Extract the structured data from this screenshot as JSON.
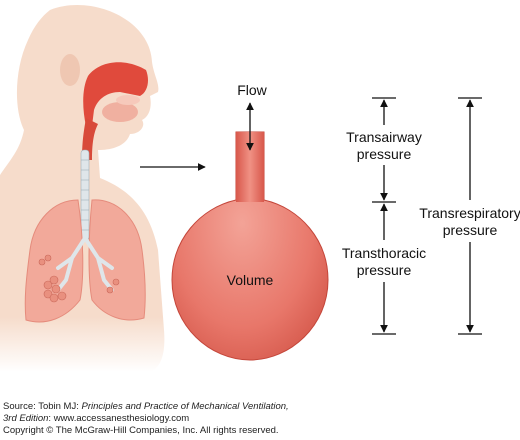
{
  "labels": {
    "flow": "Flow",
    "volume": "Volume",
    "transairway": "Transairway pressure",
    "transthoracic": "Transthoracic pressure",
    "transrespiratory": "Transrespiratory pressure"
  },
  "source": {
    "prefix": "Source: Tobin MJ: ",
    "title": "Principles and Practice of Mechanical Ventilation,",
    "edition": "3rd Edition",
    "url": ": www.accessanesthesiology.com",
    "copyright": "Copyright © The McGraw-Hill Companies, Inc. All rights reserved."
  },
  "colors": {
    "skin": "#f5dccc",
    "airway": "#e04a3c",
    "lung": "#f2a99a",
    "balloon": "#e8776a",
    "balloon_edge": "#c4463a",
    "arrow": "#111111"
  }
}
